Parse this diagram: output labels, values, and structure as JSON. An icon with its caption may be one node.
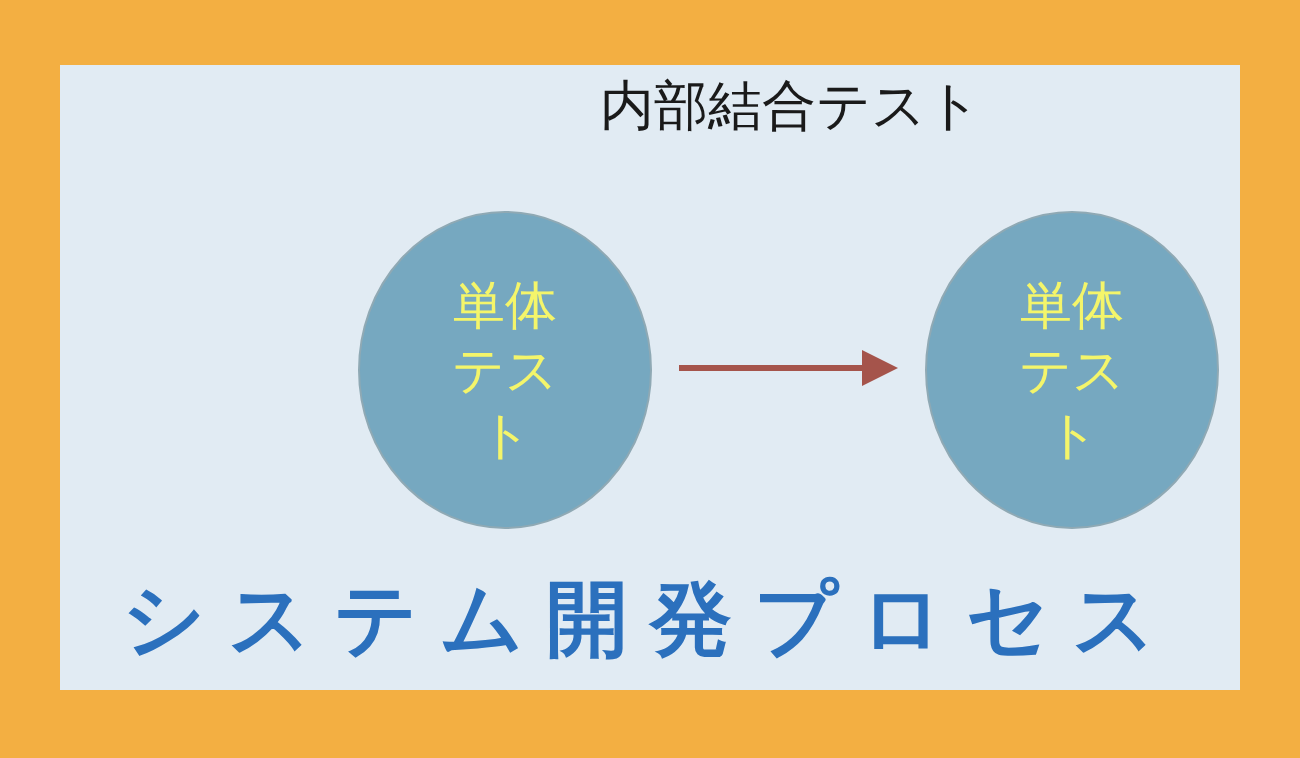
{
  "diagram": {
    "title": "内部結合テスト",
    "nodes": [
      {
        "text": [
          "単体テスト"
        ]
      },
      {
        "text": [
          "単体テスト"
        ]
      }
    ],
    "edges": [
      {
        "from": 0,
        "to": 1,
        "arrow": "to"
      }
    ],
    "labels": [
      "システム開発プロセス"
    ]
  }
}
